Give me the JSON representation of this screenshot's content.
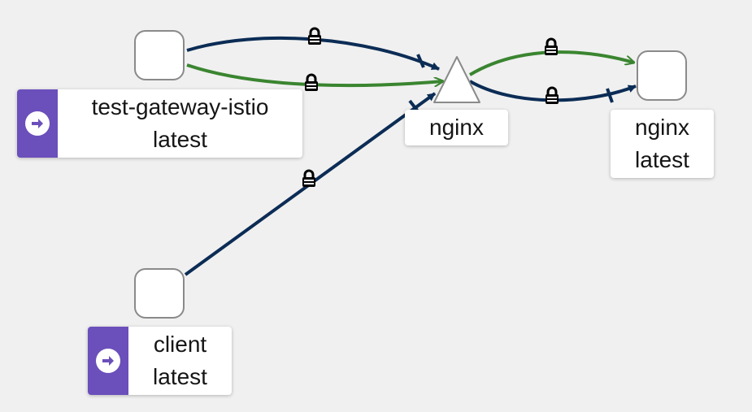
{
  "colors": {
    "background": "#f0f0f0",
    "edge_tcp": "#0b2c55",
    "edge_http": "#3a8530",
    "node_border": "#8a8a8a",
    "badge": "#6b4fbb"
  },
  "nodes": [
    {
      "id": "test-gateway-istio",
      "shape": "rounded-square",
      "label_line1": "test-gateway-istio",
      "label_line2": "latest",
      "badge_icon": "arrow-right-circle-icon"
    },
    {
      "id": "client",
      "shape": "rounded-square",
      "label_line1": "client",
      "label_line2": "latest",
      "badge_icon": "arrow-right-circle-icon"
    },
    {
      "id": "nginx-service",
      "shape": "triangle",
      "label_line1": "nginx"
    },
    {
      "id": "nginx-workload",
      "shape": "rounded-square",
      "label_line1": "nginx",
      "label_line2": "latest"
    }
  ],
  "edges": [
    {
      "from": "test-gateway-istio",
      "to": "nginx-service",
      "protocol": "tcp",
      "mtls": true
    },
    {
      "from": "test-gateway-istio",
      "to": "nginx-service",
      "protocol": "http",
      "mtls": true
    },
    {
      "from": "client",
      "to": "nginx-service",
      "protocol": "tcp",
      "mtls": true
    },
    {
      "from": "nginx-service",
      "to": "nginx-workload",
      "protocol": "http",
      "mtls": true
    },
    {
      "from": "nginx-service",
      "to": "nginx-workload",
      "protocol": "tcp",
      "mtls": true
    }
  ]
}
